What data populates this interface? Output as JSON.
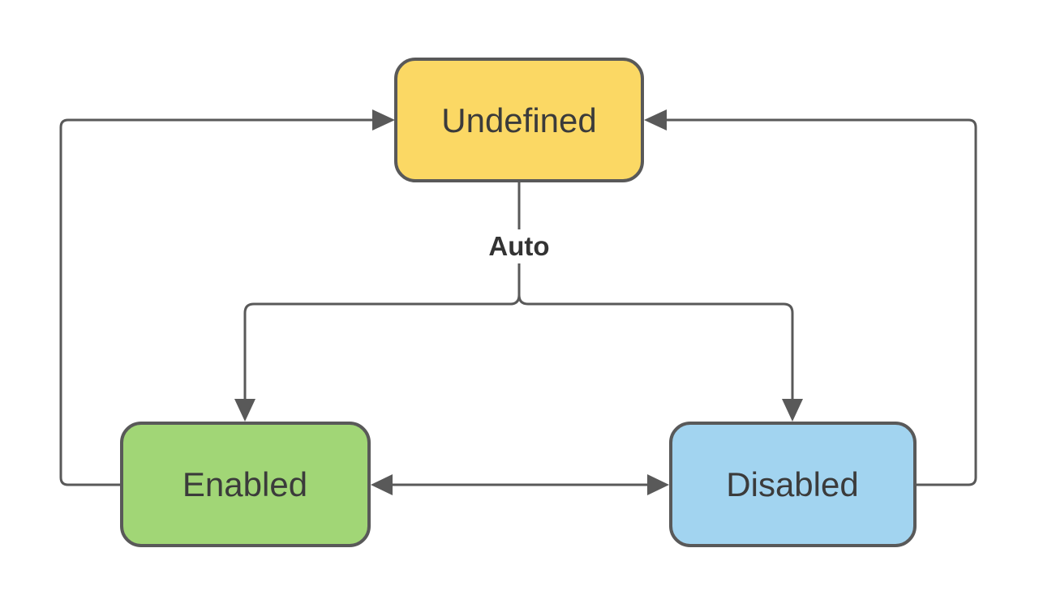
{
  "diagram": {
    "type": "state-diagram",
    "background_color": "#ffffff",
    "stroke_color": "#595959",
    "text_color": "#3b3b3b",
    "branch_label": "Auto",
    "nodes": [
      {
        "id": "undefined",
        "label": "Undefined",
        "fill": "#FBD864"
      },
      {
        "id": "enabled",
        "label": "Enabled",
        "fill": "#A1D676"
      },
      {
        "id": "disabled",
        "label": "Disabled",
        "fill": "#A2D4F0"
      }
    ],
    "edges": [
      {
        "from": "Undefined",
        "to": "Enabled",
        "label": "Auto"
      },
      {
        "from": "Undefined",
        "to": "Disabled",
        "label": "Auto"
      },
      {
        "from": "Enabled",
        "to": "Undefined",
        "label": ""
      },
      {
        "from": "Disabled",
        "to": "Undefined",
        "label": ""
      },
      {
        "from": "Enabled",
        "to": "Disabled",
        "label": "",
        "bidirectional": true
      }
    ]
  }
}
